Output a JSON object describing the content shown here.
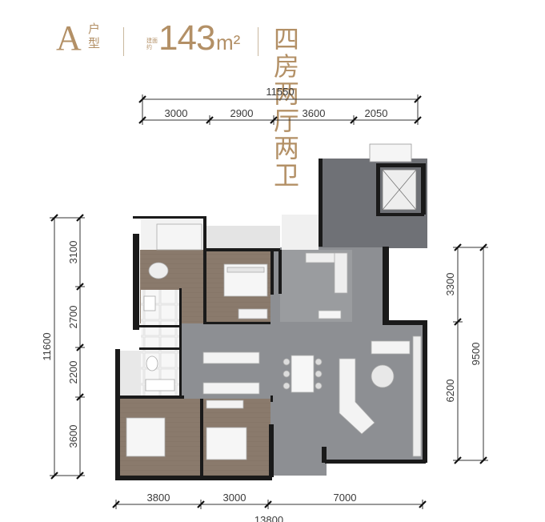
{
  "header": {
    "type_letter": "A",
    "type_suffix": "户型",
    "area_prefix": "建面约",
    "area_value": "143",
    "area_unit": "m²",
    "layout_title": "四房两厅两卫"
  },
  "dimensions": {
    "top_total": "11550",
    "top_parts": [
      "3000",
      "2900",
      "3600",
      "2050"
    ],
    "left_total": "11600",
    "left_parts": [
      "3100",
      "2700",
      "2200",
      "3600"
    ],
    "right_total": "9500",
    "right_parts": [
      "3300",
      "6200"
    ],
    "bottom_parts": [
      "3800",
      "3000",
      "7000"
    ],
    "bottom_total": "13800"
  },
  "colors": {
    "accent": "#b39066",
    "wall": "#1a1a1a",
    "floor_stone": "#8d8f93",
    "floor_wood": "#8a7a6c",
    "balcony": "#6f7176"
  }
}
